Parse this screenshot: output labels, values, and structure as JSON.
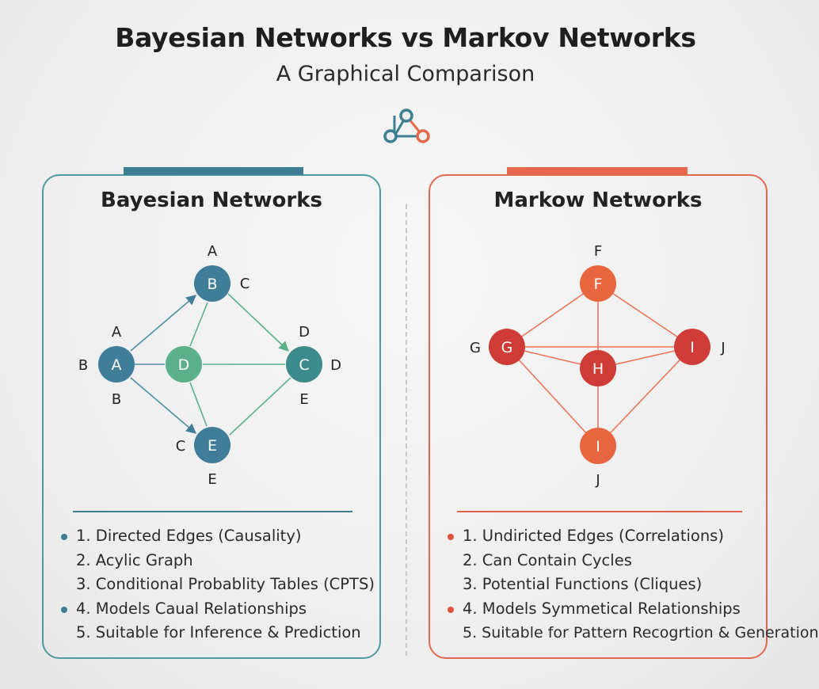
{
  "header": {
    "title": "Bayesian Networks vs Markov Networks",
    "subtitle": "A Graphical Comparison",
    "logo_icon": "network-graph-icon"
  },
  "colors": {
    "bayes_accent": "#3c7f92",
    "bayes_node": "#3f7d99",
    "bayes_green": "#5bb08a",
    "markov_accent": "#e5674c",
    "markov_node_orange": "#e8663f",
    "markov_node_red": "#cf3b36"
  },
  "bayesian": {
    "title": "Bayesian Networks",
    "nodes": [
      {
        "id": "n_b",
        "label": "B"
      },
      {
        "id": "n_a",
        "label": "A"
      },
      {
        "id": "n_d",
        "label": "D"
      },
      {
        "id": "n_c",
        "label": "C"
      },
      {
        "id": "n_e",
        "label": "E"
      }
    ],
    "annotations": {
      "b_top": "A",
      "b_right": "C",
      "a_top": "A",
      "a_left": "B",
      "a_bottom": "B",
      "c_top": "D",
      "c_right": "D",
      "c_bottom": "E",
      "e_left": "C",
      "e_bottom": "E"
    },
    "features": [
      {
        "text": "1. Directed Edges (Causality)",
        "bullet": true
      },
      {
        "text": "2. Acylic Graph",
        "bullet": false
      },
      {
        "text": "3. Conditional Probablity Tables (CPTS)",
        "bullet": false
      },
      {
        "text": "4. Models Caual Relationships",
        "bullet": true
      },
      {
        "text": "5. Suitable for Inference & Prediction",
        "bullet": false
      }
    ]
  },
  "markov": {
    "title": "Markow Networks",
    "nodes": [
      {
        "id": "n_f",
        "label": "F"
      },
      {
        "id": "n_g",
        "label": "G"
      },
      {
        "id": "n_h",
        "label": "H"
      },
      {
        "id": "n_i1",
        "label": "I"
      },
      {
        "id": "n_i2",
        "label": "I"
      }
    ],
    "annotations": {
      "f_top": "F",
      "g_left": "G",
      "i_right": "J",
      "i_bottom": "J"
    },
    "features": [
      {
        "text": "1. Undiricted Edges (Correlations)",
        "bullet": true
      },
      {
        "text": "2. Can Contain Cycles",
        "bullet": false
      },
      {
        "text": "3. Potential Functions (Cliques)",
        "bullet": false
      },
      {
        "text": "4. Models Symmetical Relationships",
        "bullet": true
      },
      {
        "text": "5. Suitable for Pattern Recogrtion & Generation",
        "bullet": false
      }
    ]
  }
}
